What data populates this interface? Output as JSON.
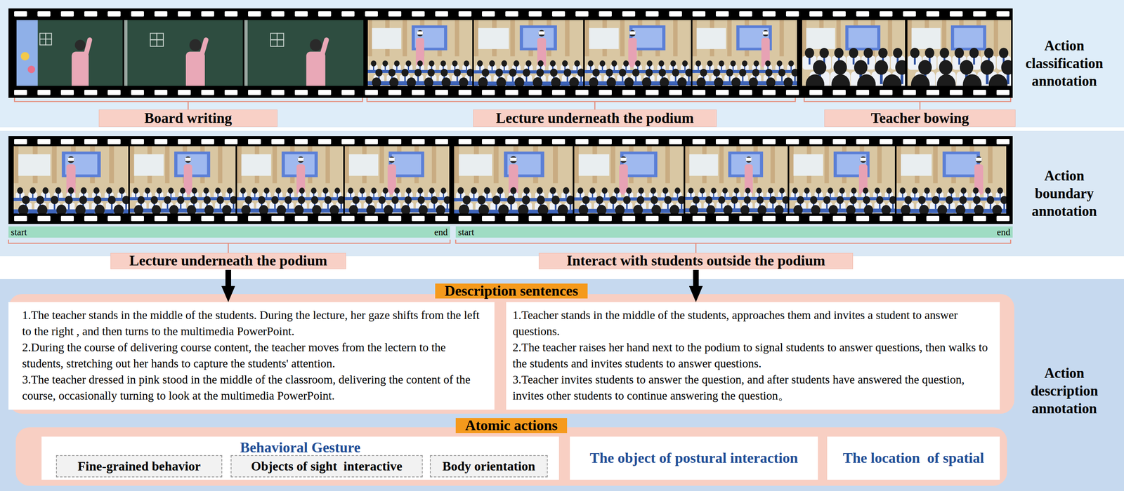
{
  "diagram": {
    "nodes": [
      {
        "text": [
          "Action classification annotation"
        ]
      },
      {
        "text": [
          "Board writing"
        ],
        "in": 0
      },
      {
        "text": [
          "Lecture underneath the podium"
        ],
        "in": 0
      },
      {
        "text": [
          "Teacher bowing"
        ],
        "in": 0
      },
      {
        "text": [
          "Action boundary annotation"
        ]
      },
      {
        "text": [
          "start",
          "end"
        ],
        "in": 4
      },
      {
        "text": [
          "start",
          "end"
        ],
        "in": 4
      },
      {
        "text": [
          "Lecture underneath the podium"
        ],
        "in": 4
      },
      {
        "text": [
          "Interact with students outside the podium"
        ],
        "in": 4
      },
      {
        "text": [
          "Action description annotation"
        ]
      },
      {
        "text": [
          "Description sentences"
        ],
        "in": 9
      },
      {
        "text": [
          "1.The teacher stands in the middle of the students. During the lecture, her gaze shifts from the left to the right , and then turns to the multimedia PowerPoint.",
          "2.During the course of delivering course content, the teacher moves from the lectern to the students, stretching out her hands to capture the students' attention.",
          "3.The teacher dressed in pink stood in the middle of the classroom, delivering the content of the course, occasionally turning to look at the multimedia PowerPoint."
        ],
        "in": 10
      },
      {
        "text": [
          "1.Teacher stands in the middle of the students, approaches them and invites a student to answer questions.",
          "2.The teacher raises her hand next to the podium to signal students to answer questions, then walks to the students and invites students to answer questions.",
          "3.Teacher invites students to answer the question, and after students have answered the question, invites other students to continue answering the question。"
        ],
        "in": 10
      },
      {
        "text": [
          "Atomic actions"
        ],
        "in": 9
      },
      {
        "text": [
          "Behavioral Gesture"
        ],
        "in": 13
      },
      {
        "text": [
          "Fine-grained behavior"
        ],
        "in": 14
      },
      {
        "text": [
          "Objects of sight  interactive"
        ],
        "in": 14
      },
      {
        "text": [
          "Body orientation"
        ],
        "in": 14
      },
      {
        "text": [
          "The object of postural interaction"
        ],
        "in": 13
      },
      {
        "text": [
          "The location  of spatial"
        ],
        "in": 13
      }
    ],
    "edges": [
      {
        "from": 7,
        "to": 11,
        "arrow": "to"
      },
      {
        "from": 8,
        "to": 12,
        "arrow": "to"
      }
    ]
  }
}
